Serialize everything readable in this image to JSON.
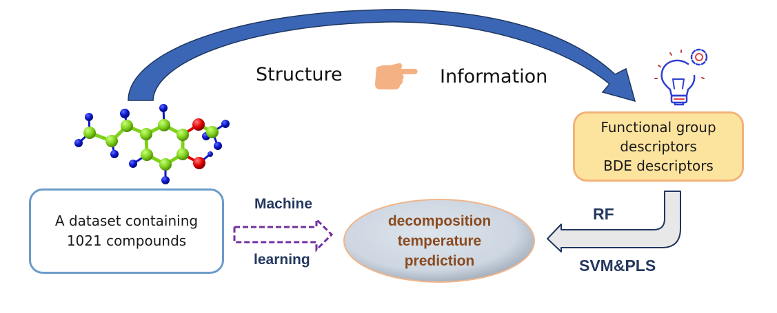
{
  "diagram": {
    "title_flow": {
      "left_label": "Structure",
      "right_label": "Information",
      "pointer_icon": "pointing-hand-icon"
    },
    "descriptors_box": {
      "lines": [
        "Functional group",
        "descriptors",
        "BDE descriptors"
      ],
      "icon": "lightbulb-gear-icon"
    },
    "dataset_box": {
      "lines": [
        "A dataset containing",
        "1021 compounds"
      ],
      "icon": "molecule-icon"
    },
    "machine_learning_arrow": {
      "top_label": "Machine",
      "bottom_label": "learning"
    },
    "prediction_ellipse": {
      "lines": [
        "decomposition",
        "temperature",
        "prediction"
      ]
    },
    "models_arrow": {
      "top_label": "RF",
      "bottom_label": "SVM&PLS"
    },
    "colors": {
      "curved_arrow": "#3a66b5",
      "descriptors_fill": "#fde49e",
      "descriptors_border": "#f2b27a",
      "dataset_border": "#6b9bc9",
      "ml_arrow_dashed": "#7030a0",
      "prediction_fill": "#cfd8e3",
      "prediction_text": "#8a4a1e",
      "label_text": "#24385e",
      "carbon_atom": "#7fd11b",
      "hydrogen_atom": "#0a14c8",
      "oxygen_atom": "#e00000"
    }
  }
}
